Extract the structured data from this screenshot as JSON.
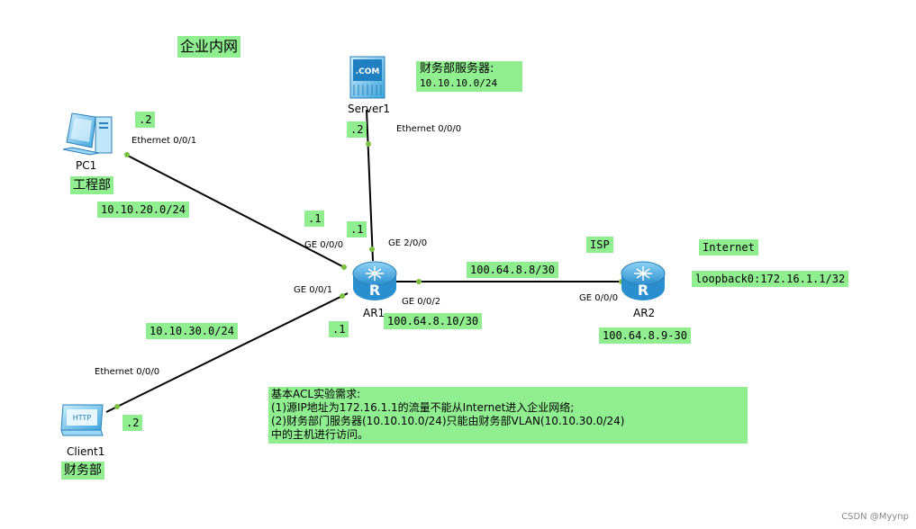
{
  "title": "企业内网",
  "devices": {
    "pc1": {
      "name": "PC1",
      "dept": "工程部"
    },
    "server1": {
      "name": "Server1",
      "badge": ".COM",
      "desc": "财务部服务器:",
      "network": "10.10.10.0/24"
    },
    "client1": {
      "name": "Client1",
      "badge": "HTTP",
      "dept": "财务部"
    },
    "ar1": {
      "name": "AR1"
    },
    "ar2": {
      "name": "AR2"
    }
  },
  "interfaces": {
    "pc1_eth": "Ethernet 0/0/1",
    "server1_eth": "Ethernet 0/0/0",
    "client1_eth": "Ethernet 0/0/0",
    "ar1_ge000": "GE 0/0/0",
    "ar1_ge200": "GE 2/0/0",
    "ar1_ge001": "GE 0/0/1",
    "ar1_ge002": "GE 0/0/2",
    "ar2_ge000": "GE 0/0/0"
  },
  "hosts": {
    "pc1": ".2",
    "server1": ".2",
    "ar1_pc_side": ".1",
    "ar1_server_side": ".1",
    "ar1_client_side": ".1",
    "client1": ".2"
  },
  "networks": {
    "engineering": "10.10.20.0/24",
    "finance_vlan": "10.10.30.0/24",
    "link": "100.64.8.8/30",
    "ar1_ip": "100.64.8.10/30",
    "ar2_ip": "100.64.8.9-30"
  },
  "isp_label": "ISP",
  "internet_label": "Internet",
  "loopback": "loopback0:172.16.1.1/32",
  "requirements": {
    "heading": "基本ACL实验需求:",
    "line1": "(1)源IP地址为172.16.1.1的流量不能从Internet进入企业网络;",
    "line2": "(2)财务部门服务器(10.10.10.0/24)只能由财务部VLAN(10.10.30.0/24)",
    "line3": "中的主机进行访问。"
  },
  "watermark": "CSDN @Myynp",
  "colors": {
    "label_bg": "#90ee90",
    "port_dot": "#7ac143",
    "router": "#3fa9e0",
    "link": "#000000"
  }
}
